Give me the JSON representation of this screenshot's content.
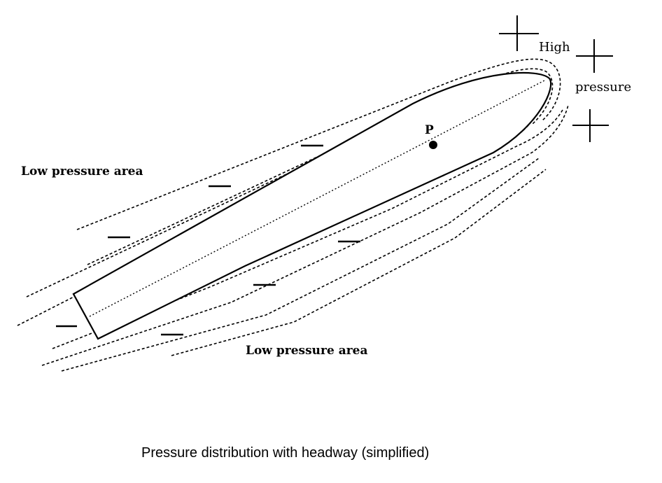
{
  "labels": {
    "low_pressure_left": "Low pressure area",
    "low_pressure_bottom": "Low pressure area",
    "high": "High",
    "pressure": "pressure",
    "point_p": "P"
  },
  "caption": "Pressure distribution with headway (simplified)",
  "colors": {
    "ink": "#000000",
    "background": "#ffffff"
  }
}
